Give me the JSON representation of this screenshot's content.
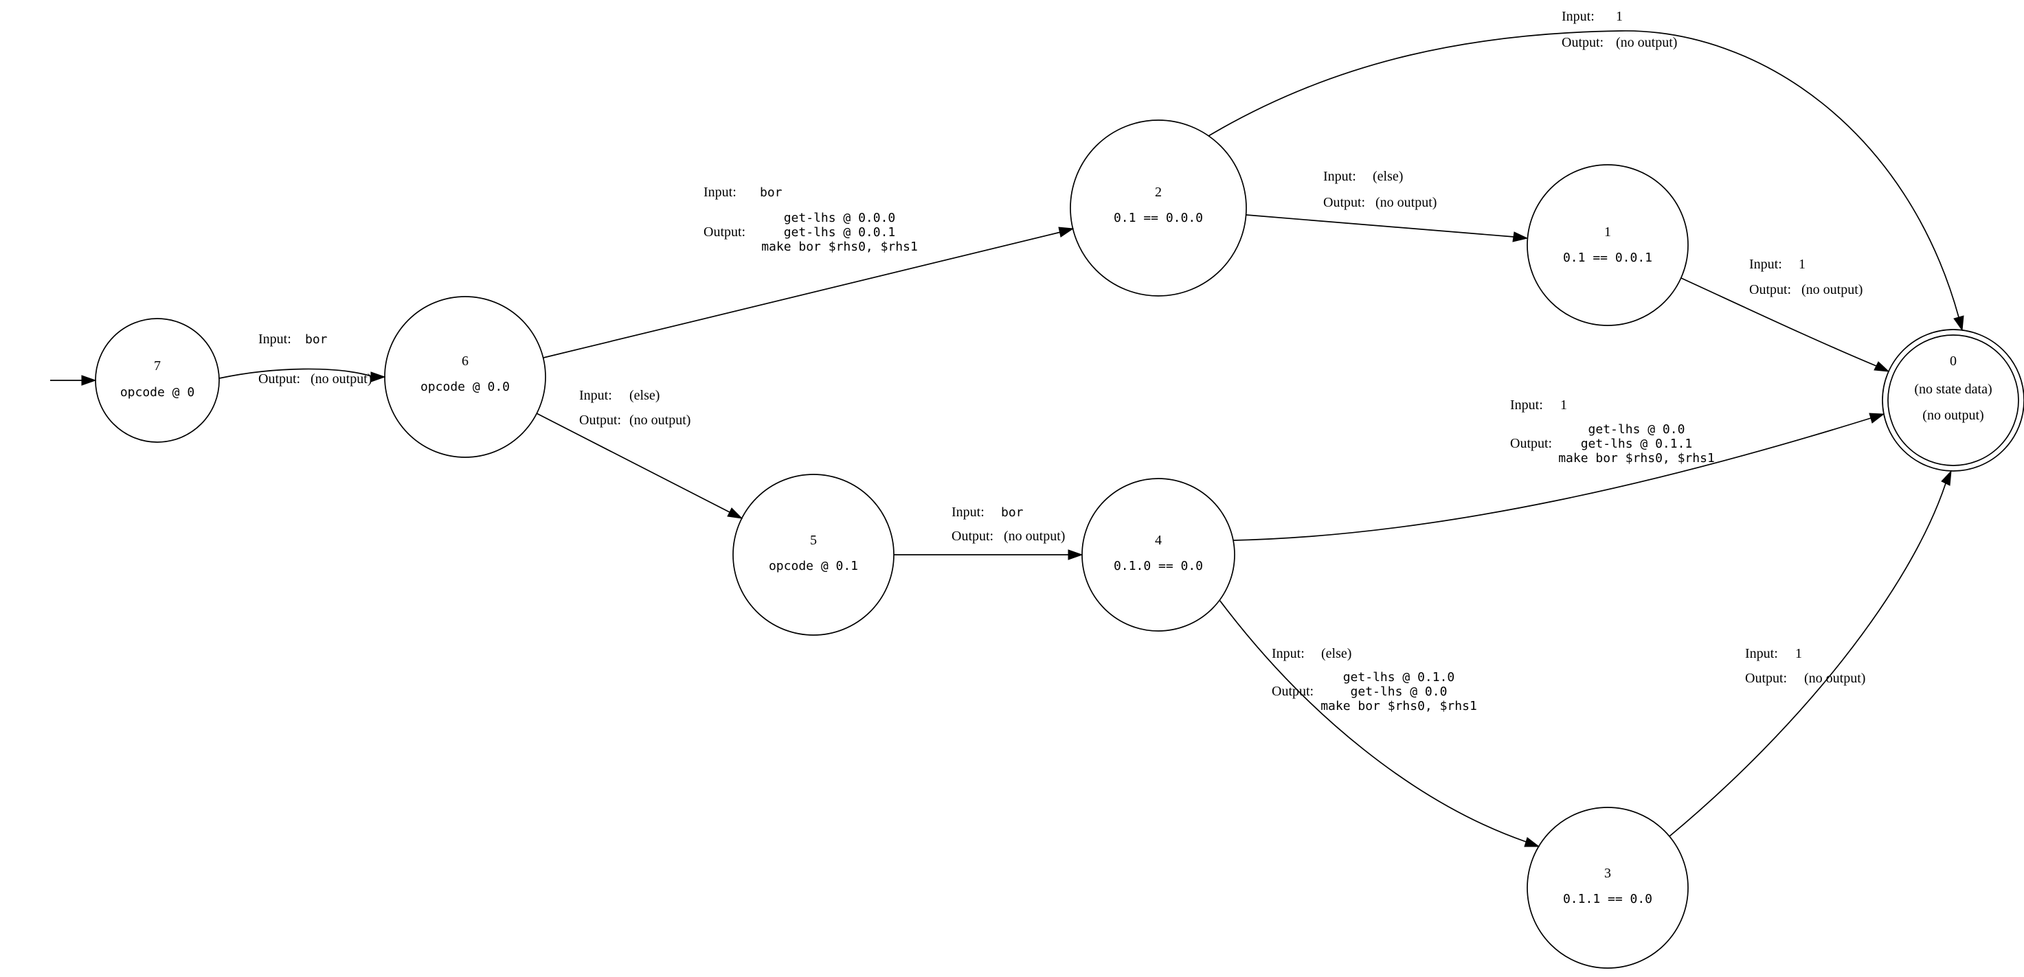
{
  "page": {
    "background_color": "#ffffff",
    "stroke_color": "#000000"
  },
  "labels": {
    "input": "Input:",
    "output": "Output:"
  },
  "states": {
    "s0": {
      "id": "0",
      "line1": "(no state data)",
      "line2": "(no output)"
    },
    "s1": {
      "id": "1",
      "line1": "0.1 == 0.0.1"
    },
    "s2": {
      "id": "2",
      "line1": "0.1 == 0.0.0"
    },
    "s3": {
      "id": "3",
      "line1": "0.1.1 == 0.0"
    },
    "s4": {
      "id": "4",
      "line1": "0.1.0 == 0.0"
    },
    "s5": {
      "id": "5",
      "line1": "opcode @ 0.1"
    },
    "s6": {
      "id": "6",
      "line1": "opcode @ 0.0"
    },
    "s7": {
      "id": "7",
      "line1": "opcode @ 0"
    }
  },
  "edges": {
    "e7_6": {
      "input": "bor",
      "output": "(no output)"
    },
    "e6_2": {
      "input": "bor",
      "output_line1": "get-lhs @ 0.0.0",
      "output_line2": "get-lhs @ 0.0.1",
      "output_line3": "make bor $rhs0, $rhs1"
    },
    "e6_5": {
      "input": "(else)",
      "output": "(no output)"
    },
    "e5_4": {
      "input": "bor",
      "output": "(no output)"
    },
    "e2_0": {
      "input": "1",
      "output": "(no output)"
    },
    "e2_1": {
      "input": "(else)",
      "output": "(no output)"
    },
    "e1_0": {
      "input": "1",
      "output": "(no output)"
    },
    "e4_0": {
      "input": "1",
      "output_line1": "get-lhs @ 0.0",
      "output_line2": "get-lhs @ 0.1.1",
      "output_line3": "make bor $rhs0, $rhs1"
    },
    "e4_3": {
      "input": "(else)",
      "output_line1": "get-lhs @ 0.1.0",
      "output_line2": "get-lhs @ 0.0",
      "output_line3": "make bor $rhs0, $rhs1"
    },
    "e3_0": {
      "input": "1",
      "output": "(no output)"
    }
  }
}
